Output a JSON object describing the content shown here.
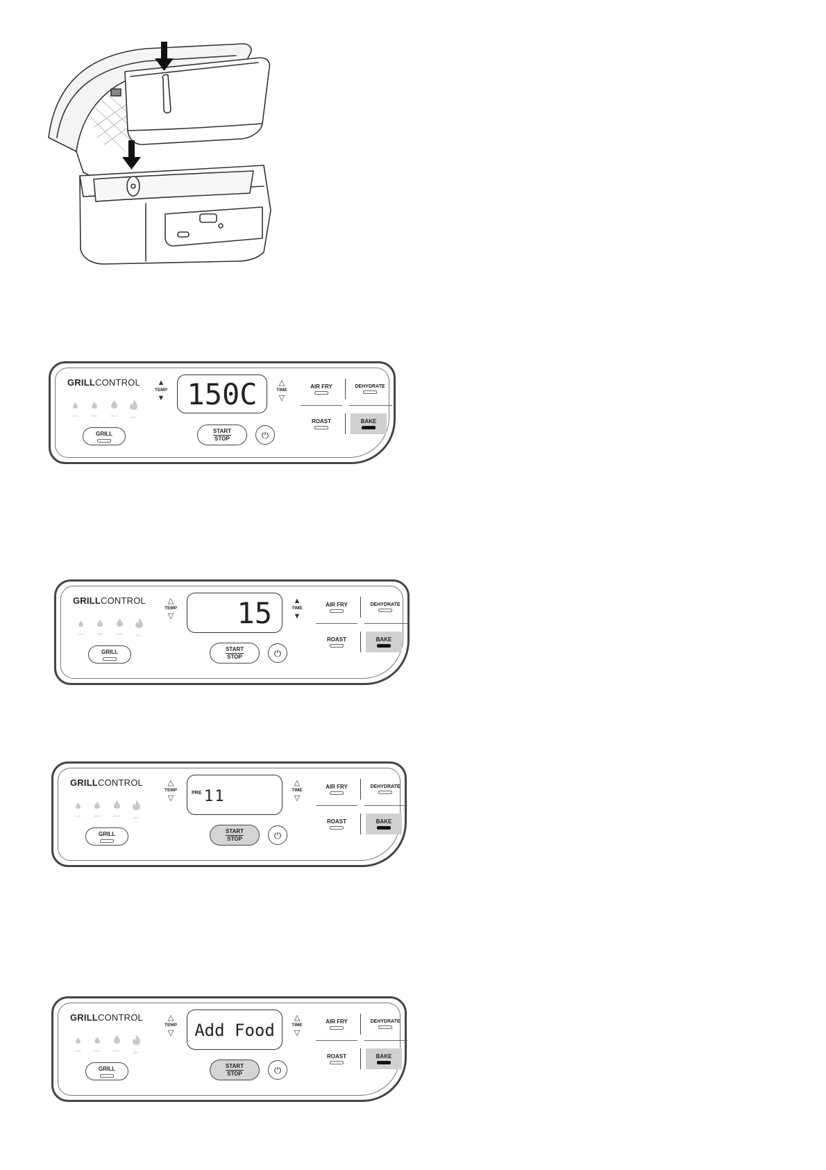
{
  "panel": {
    "brand_bold": "GRILL",
    "brand_thin": "CONTROL",
    "grill_levels": [
      "LOW",
      "MED",
      "HIGH",
      "MAX"
    ],
    "grill_button": "GRILL",
    "temp_label": "TEMP",
    "time_label": "TIME",
    "start_label": "START",
    "stop_label": "STOP",
    "functions": {
      "air_fry": "AIR FRY",
      "dehydrate": "DEHYDRATE",
      "roast": "ROAST",
      "bake": "BAKE"
    },
    "selected_function": "BAKE"
  },
  "steps": [
    {
      "display": "150C",
      "pre_label": "",
      "temp_arrows": "filled",
      "time_arrows": "outline",
      "start_active": false
    },
    {
      "display": "15",
      "pre_label": "",
      "temp_arrows": "outline",
      "time_arrows": "filled",
      "start_active": false
    },
    {
      "display": "11",
      "pre_label": "PRE",
      "temp_arrows": "outline",
      "time_arrows": "outline",
      "start_active": true
    },
    {
      "display": "Add Food",
      "pre_label": "",
      "temp_arrows": "outline",
      "time_arrows": "outline",
      "start_active": true
    }
  ],
  "icons": {
    "down_arrow": "down-arrow-icon",
    "power": "power-icon",
    "flame": "flame-icon"
  }
}
